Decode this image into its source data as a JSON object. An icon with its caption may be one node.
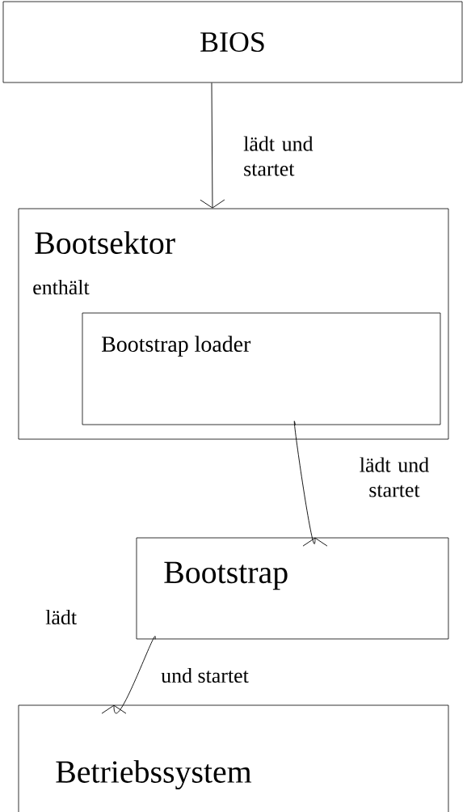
{
  "diagram": {
    "nodes": [
      {
        "text": [
          "BIOS"
        ]
      },
      {
        "text": [
          "Bootsektor",
          "enthält"
        ]
      },
      {
        "text": [
          "Bootstrap loader"
        ],
        "in": 1
      },
      {
        "text": [
          "Bootstrap"
        ]
      },
      {
        "text": [
          "Betriebssystem"
        ]
      }
    ],
    "edges": [
      {
        "from": 0,
        "to": 1,
        "arrow": "to",
        "label": "lädt und startet"
      },
      {
        "from": 2,
        "to": 3,
        "arrow": "to",
        "label": "lädt und startet"
      },
      {
        "from": 3,
        "to": 4,
        "arrow": "to",
        "label": "lädt"
      }
    ],
    "labels": [
      "und startet"
    ]
  }
}
